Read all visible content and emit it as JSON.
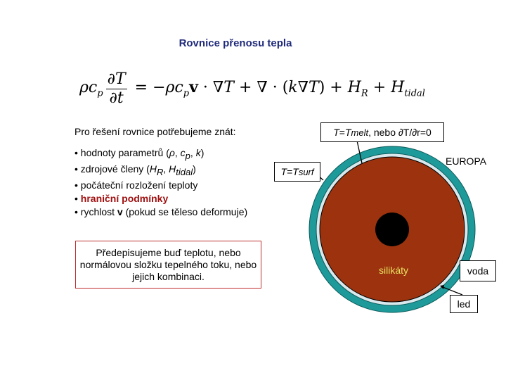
{
  "title": "Rovnice přenosu tepla",
  "intro": "Pro řešení rovnice potřebujeme znát:",
  "bullets": {
    "b1_pre": "• hodnoty parametrů (",
    "b1_rho": "ρ",
    "b1_c": "c",
    "b1_p": "p",
    "b1_k": "k",
    "b2_pre": "• zdrojové členy (",
    "b2_H": "H",
    "b2_R": "R",
    "b2_tidal": "tidal",
    "b3": "• počáteční rozložení teploty",
    "b4_bullet": "• ",
    "b4": "hraniční podmínky",
    "b5_pre": "• rychlost ",
    "b5_v": "v",
    "b5_post": " (pokud se těleso deformuje)"
  },
  "bc_box": "Předepisujeme buď teplotu, nebo normálovou složku tepelného toku, nebo jejich kombinaci.",
  "labels": {
    "tmelt_T": "T",
    "tmelt_eq": "=",
    "tmelt_sub": "melt",
    "tmelt_rest": ", nebo ∂T/∂r=0",
    "tsurf_T": "T",
    "tsurf_eq": "=",
    "tsurf_sub": "surf",
    "europa": "EUROPA",
    "silikaty": "silikáty",
    "voda": "voda",
    "led": "led"
  },
  "colors": {
    "ice": "#1e9a9a",
    "water": "#d8e8ec",
    "silicates": "#9c330e",
    "core": "#000000",
    "title": "#1f2a7a",
    "highlight": "#a01010"
  }
}
